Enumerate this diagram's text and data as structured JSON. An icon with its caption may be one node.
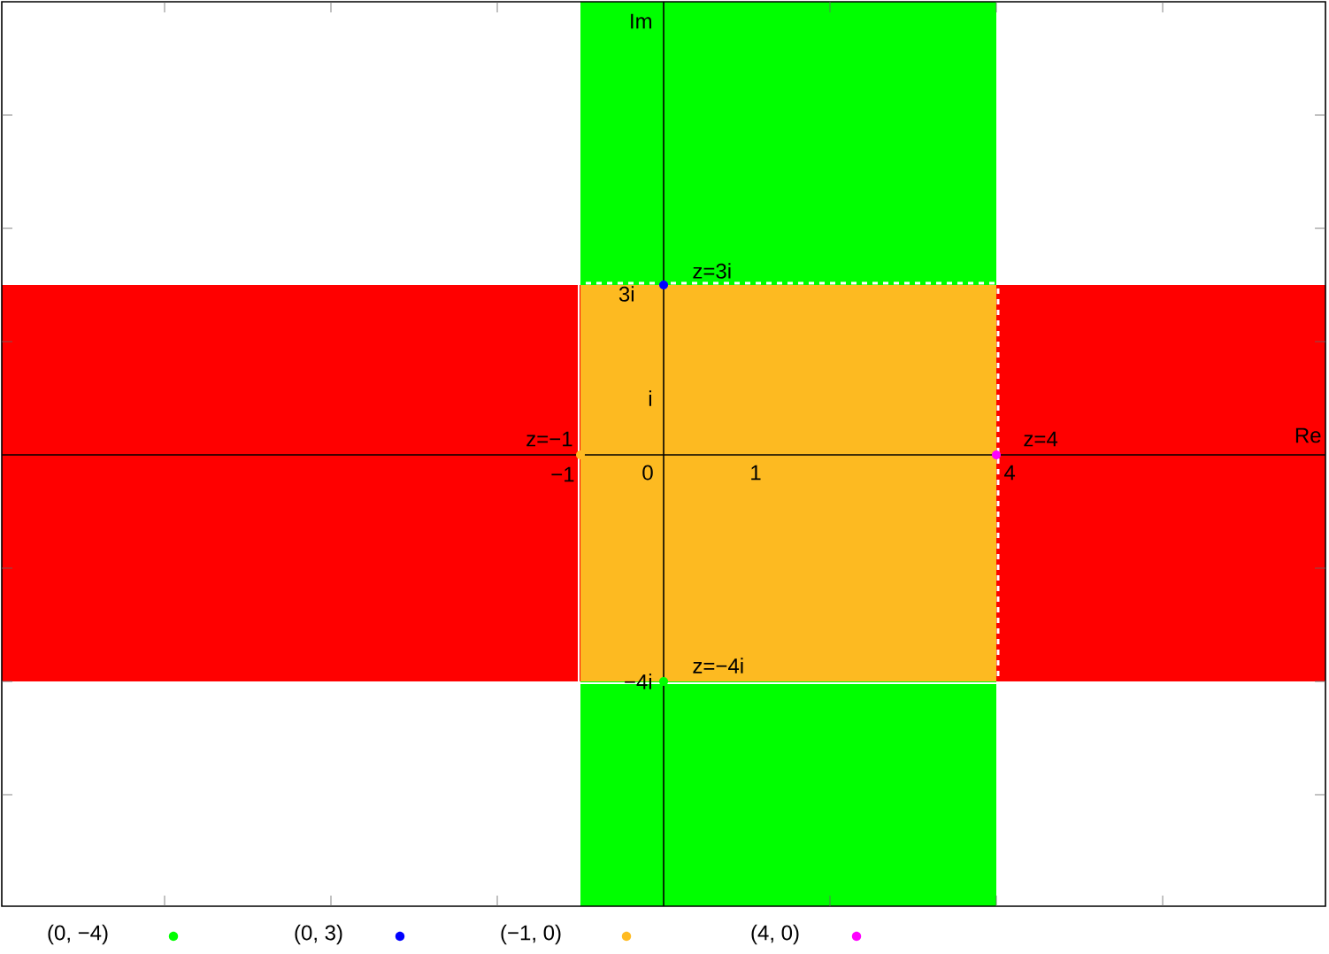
{
  "diagram": {
    "nodes": [
      {
        "text": [],
        "shape": "circle",
        "beside": [
          "z=3i"
        ]
      },
      {
        "text": [],
        "shape": "circle",
        "beside": [
          "z=−1"
        ]
      },
      {
        "text": [],
        "shape": "circle",
        "beside": [
          "z=4"
        ]
      },
      {
        "text": [],
        "shape": "circle",
        "beside": [
          "z=−4i"
        ]
      }
    ],
    "edges": [],
    "labels": [
      "Im",
      "3i",
      "i",
      "Re",
      "−1",
      "0",
      "1",
      "4",
      "−4i"
    ],
    "legend": [
      {
        "text": "(0, −4)",
        "color": "#00ff00"
      },
      {
        "text": "(0, 3)",
        "color": "#0000ff"
      },
      {
        "text": "(−1, 0)",
        "color": "#ffbb22"
      },
      {
        "text": "(4, 0)",
        "color": "#ff00ff"
      }
    ]
  }
}
